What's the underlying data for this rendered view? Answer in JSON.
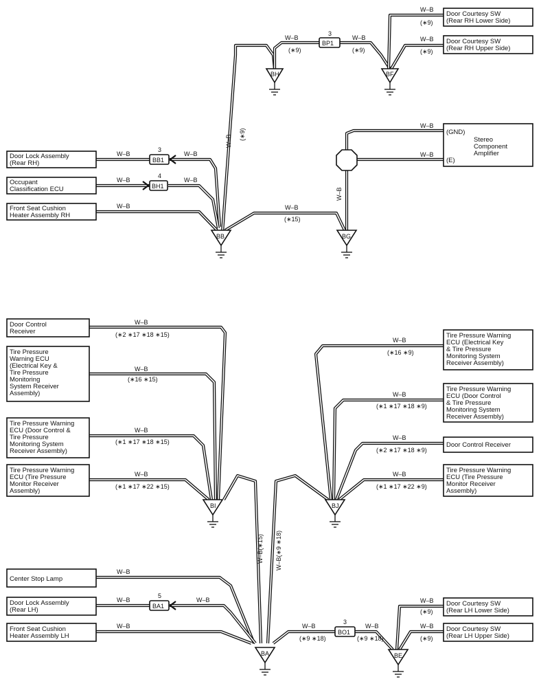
{
  "components": {
    "door_courtesy_rr_lower": [
      "Door Courtesy SW",
      "(Rear RH Lower Side)"
    ],
    "door_courtesy_rr_upper": [
      "Door Courtesy SW",
      "(Rear RH Upper Side)"
    ],
    "stereo_amp": [
      "Stereo",
      "Component",
      "Amplifier"
    ],
    "stereo_gnd": "(GND)",
    "stereo_e": "(E)",
    "door_lock_rh": [
      "Door Lock Assembly",
      "(Rear RH)"
    ],
    "occupant_ecu": [
      "Occupant",
      "Classification ECU"
    ],
    "seat_heater_rh": [
      "Front Seat Cushion",
      "Heater Assembly RH"
    ],
    "door_control_receiver_l": [
      "Door Control",
      "Receiver"
    ],
    "tpw_ecu_ek_l": [
      "Tire Pressure",
      "Warning ECU",
      "(Electrical Key &",
      "Tire Pressure",
      "Monitoring",
      "System Receiver",
      "Assembly)"
    ],
    "tpw_ecu_dc_l": [
      "Tire Pressure Warning",
      "ECU (Door Control &",
      "Tire Pressure",
      "Monitoring System",
      "Receiver Assembly)"
    ],
    "tpw_ecu_mr_l": [
      "Tire Pressure Warning",
      "ECU (Tire Pressure",
      "Monitor Receiver",
      "Assembly)"
    ],
    "tpw_ecu_ek_r": [
      "Tire Pressure Warning",
      "ECU (Electrical Key",
      "& Tire Pressure",
      "Monitoring System",
      "Receiver Assembly)"
    ],
    "tpw_ecu_dc_r": [
      "Tire Pressure Warning",
      "ECU (Door Control",
      "& Tire Pressure",
      "Monitoring System",
      "Receiver Assembly)"
    ],
    "door_control_receiver_r": [
      "Door Control Receiver"
    ],
    "tpw_ecu_mr_r": [
      "Tire Pressure Warning",
      "ECU (Tire Pressure",
      "Monitor Receiver",
      "Assembly)"
    ],
    "center_stop_lamp": [
      "Center Stop Lamp"
    ],
    "door_lock_lh": [
      "Door Lock Assembly",
      "(Rear LH)"
    ],
    "seat_heater_lh": [
      "Front Seat Cushion",
      "Heater Assembly LH"
    ],
    "door_courtesy_rl_lower": [
      "Door Courtesy SW",
      "(Rear LH Lower Side)"
    ],
    "door_courtesy_rl_upper": [
      "Door Courtesy SW",
      "(Rear LH Upper Side)"
    ]
  },
  "connectors": {
    "bp1": {
      "name": "BP1",
      "pin": "3"
    },
    "bb1": {
      "name": "BB1",
      "pin": "3"
    },
    "bh1": {
      "name": "BH1",
      "pin": "4"
    },
    "ba1": {
      "name": "BA1",
      "pin": "5"
    },
    "bo1": {
      "name": "BO1",
      "pin": "3"
    }
  },
  "grounds": {
    "bh": "BH",
    "bf": "BF",
    "bb": "BB",
    "bg": "BG",
    "bi": "BI",
    "bj": "BJ",
    "ba": "BA",
    "be": "BE"
  },
  "wire": {
    "color": "W–B",
    "vertical_ba_left": "W–B(∗15)",
    "vertical_ba_right": "W–B(∗9 ∗18)"
  },
  "notes": {
    "n9": "(∗9)",
    "n15": "(∗15)",
    "n9_18": "(∗9 ∗18)",
    "n2_17_18_15": "(∗2 ∗17 ∗18 ∗15)",
    "n16_15": "(∗16 ∗15)",
    "n1_17_18_15": "(∗1 ∗17 ∗18 ∗15)",
    "n1_17_22_15": "(∗1 ∗17 ∗22 ∗15)",
    "n16_9": "(∗16 ∗9)",
    "n1_17_18_9": "(∗1 ∗17 ∗18 ∗9)",
    "n2_17_18_9": "(∗2 ∗17 ∗18 ∗9)",
    "n1_17_22_9": "(∗1 ∗17 ∗22 ∗9)"
  }
}
